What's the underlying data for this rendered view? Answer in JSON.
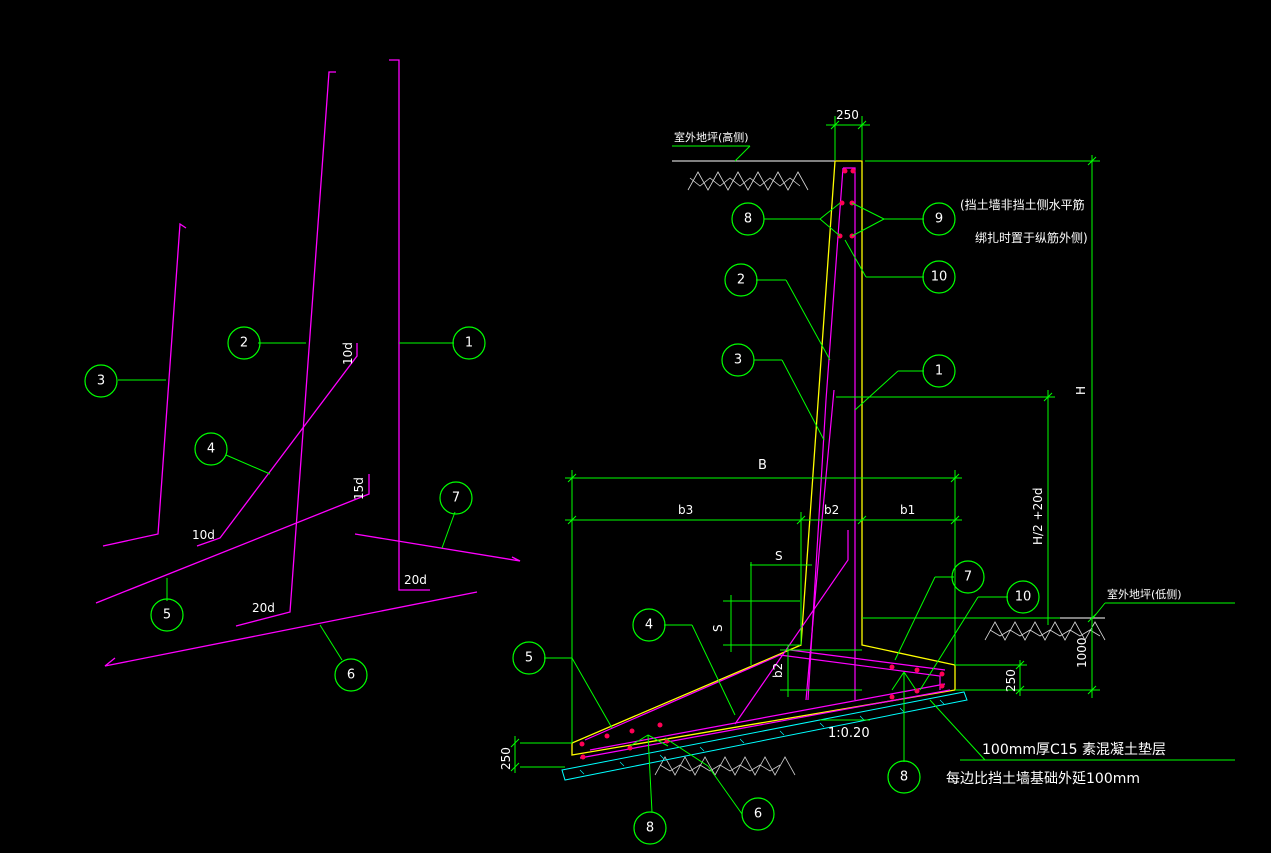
{
  "colors": {
    "background": "#000000",
    "rebar": "#ff00ff",
    "dimension": "#00ff00",
    "leader": "#00ff00",
    "concrete_outline": "#ffff00",
    "ground": "#ffffff",
    "bed": "#00ffff",
    "text": "#ffffff",
    "rebar_dot": "#ff0055"
  },
  "bubbles": {
    "b1": "1",
    "b2": "2",
    "b3": "3",
    "b4": "4",
    "b5": "5",
    "b6": "6",
    "b7": "7",
    "r1": "1",
    "r2": "2",
    "r3": "3",
    "r4": "4",
    "r5": "5",
    "r6": "6",
    "r7": "7",
    "r8a": "8",
    "r8b": "8",
    "r8c": "8",
    "r9": "9",
    "r10a": "10",
    "r10b": "10"
  },
  "left_labels": {
    "d10_a": "10d",
    "d10_b": "10d",
    "d15": "15d",
    "d20_a": "20d",
    "d20_b": "20d"
  },
  "right_labels": {
    "top_width": "250",
    "ground_high": "室外地坪(高侧)",
    "ground_low": "室外地坪(低侧)",
    "note_line1": "(挡土墙非挡土侧水平筋",
    "note_line2": "绑扎时置于纵筋外侧)",
    "dim_B": "B",
    "dim_b3": "b3",
    "dim_b2": "b2",
    "dim_b1": "b1",
    "dim_S_h": "S",
    "dim_S_v": "S",
    "dim_b2_v": "b2",
    "dim_H": "H",
    "dim_H2": "H/2 +20d",
    "dim_1000": "1000",
    "dim_250_right": "250",
    "dim_250_left": "250",
    "slope": "1:0.20",
    "bed_note1": "100mm厚C15 素混凝土垫层",
    "bed_note2": "每边比挡土墙基础外延100mm"
  }
}
